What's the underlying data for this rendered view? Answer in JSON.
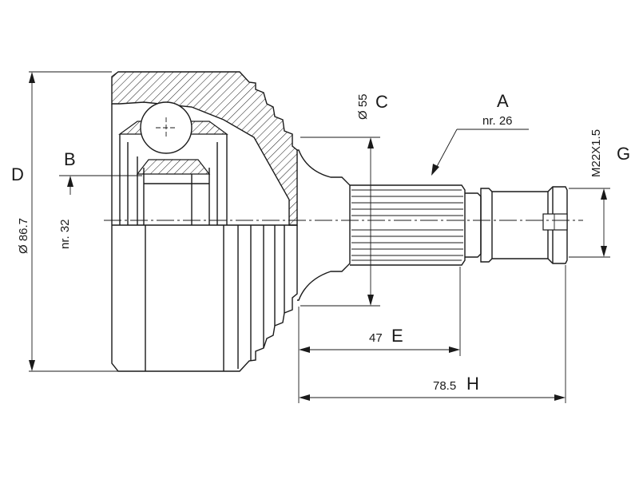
{
  "labels": {
    "A": "A",
    "A_note": "nr. 26",
    "B": "B",
    "B_note": "nr. 32",
    "C": "C",
    "C_value": "Ø 55",
    "D": "D",
    "D_value": "Ø 86.7",
    "E": "E",
    "E_value": "47",
    "G": "G",
    "G_value": "M22X1.5",
    "H": "H",
    "H_value": "78.5"
  }
}
